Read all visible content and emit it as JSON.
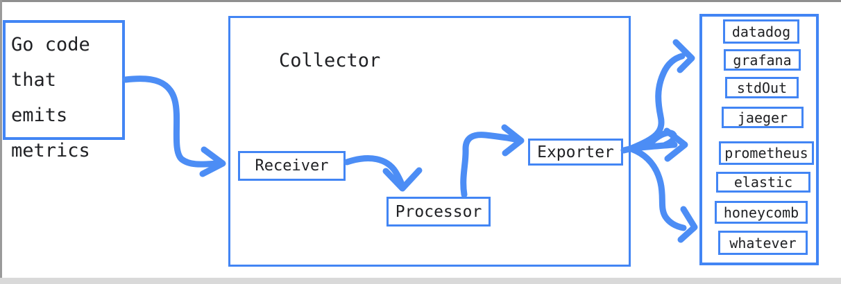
{
  "diagram": {
    "source_box": {
      "lines": [
        "Go code",
        "that emits",
        "metrics"
      ]
    },
    "collector": {
      "title": "Collector",
      "receiver_label": "Receiver",
      "processor_label": "Processor",
      "exporter_label": "Exporter"
    },
    "destinations": [
      "datadog",
      "grafana",
      "stdOut",
      "jaeger",
      "prometheus",
      "elastic",
      "honeycomb",
      "whatever"
    ],
    "arrows": [
      {
        "name": "source-to-receiver",
        "from": "Go code that emits metrics",
        "to": "Receiver"
      },
      {
        "name": "receiver-to-processor",
        "from": "Receiver",
        "to": "Processor"
      },
      {
        "name": "processor-to-exporter",
        "from": "Processor",
        "to": "Exporter"
      },
      {
        "name": "exporter-fan-up",
        "from": "Exporter",
        "to": "upper destination group"
      },
      {
        "name": "exporter-fan-middle",
        "from": "Exporter",
        "to": "middle destination group"
      },
      {
        "name": "exporter-fan-down",
        "from": "Exporter",
        "to": "lower destination group"
      }
    ],
    "colors": {
      "shape_border": "#4285f4",
      "arrow": "#4c8df5",
      "text": "#202124",
      "chrome_line": "#8f8f8f",
      "bottom_band": "#d9d9d9"
    }
  }
}
